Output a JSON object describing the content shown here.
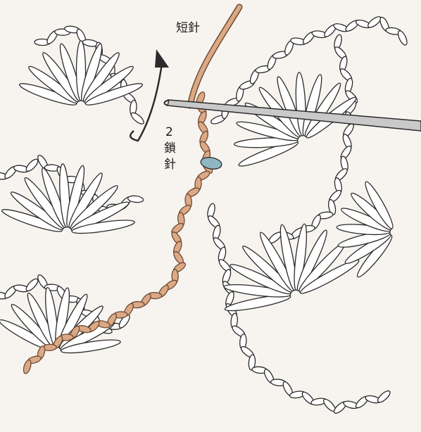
{
  "labels": {
    "single_crochet": "短針",
    "two": "2",
    "chain": "鎖",
    "stitch": "針"
  },
  "colors": {
    "background": "#f7f4ef",
    "outline": "#2b2b2b",
    "new_yarn": "#dca985",
    "new_yarn_edge": "#6e4a35",
    "join_marker": "#8fb7c1",
    "hook": "#c9c9c9",
    "arrow": "#2b2b2b"
  },
  "icons": [
    "crochet-hook",
    "up-arrow",
    "yarn-strand"
  ]
}
